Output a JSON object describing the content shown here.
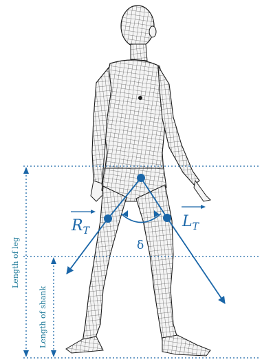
{
  "colors": {
    "accent": "#1a66a8",
    "label": "#1f7a99",
    "mesh": "#1c1c1c",
    "skin": "#f4f4f4"
  },
  "labels": {
    "length_of_leg": "Length of leg",
    "length_of_shank": "Length of shank",
    "angle": "δ",
    "right_thigh_letter": "R",
    "right_thigh_sub": "T",
    "left_thigh_letter": "L",
    "left_thigh_sub": "T"
  },
  "icons": {
    "figure": "human-mesh-model",
    "pelvis_joint": "filled-circle",
    "knee_joint": "filled-circle"
  }
}
